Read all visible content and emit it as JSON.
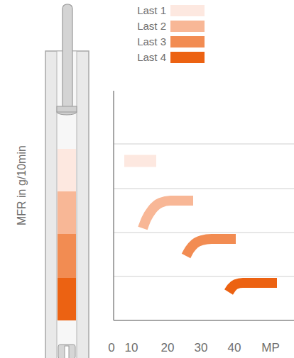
{
  "diagram": {
    "labels": [
      "MFR in g/10min",
      "0",
      "10",
      "20",
      "30",
      "40",
      "MP"
    ],
    "legend": [
      {
        "text": "Last 1",
        "color": "#fde8e0"
      },
      {
        "text": "Last 2",
        "color": "#f8b796"
      },
      {
        "text": "Last 3",
        "color": "#f28c52"
      },
      {
        "text": "Last 4",
        "color": "#ec6212"
      }
    ]
  }
}
